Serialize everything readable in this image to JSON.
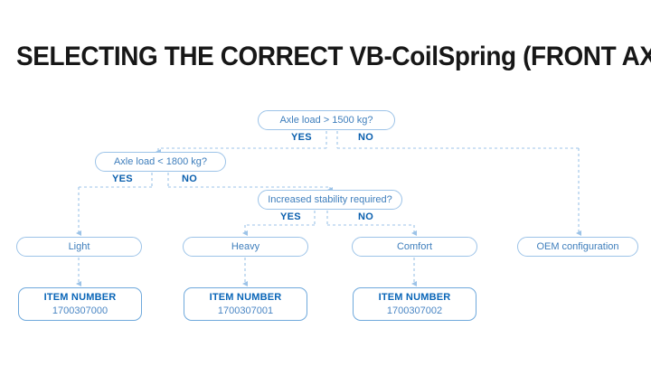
{
  "page": {
    "title": "SELECTING THE CORRECT VB-CoilSpring (FRONT AXLE)",
    "background_color": "#ffffff",
    "accent_color": "#0a66b8",
    "line_color": "#9cc3e8"
  },
  "flow": {
    "decisions": [
      {
        "id": "axle-load-1500",
        "label": "Axle load > 1500 kg?",
        "yes_label": "YES",
        "no_label": "NO"
      },
      {
        "id": "axle-load-1800",
        "label": "Axle load < 1800 kg?",
        "yes_label": "YES",
        "no_label": "NO"
      },
      {
        "id": "increased-stability",
        "label": "Increased stability required?",
        "yes_label": "YES",
        "no_label": "NO"
      }
    ],
    "results": [
      {
        "id": "light",
        "label": "Light"
      },
      {
        "id": "heavy",
        "label": "Heavy"
      },
      {
        "id": "comfort",
        "label": "Comfort"
      },
      {
        "id": "oem",
        "label": "OEM configuration"
      }
    ],
    "items": [
      {
        "id": "item-light",
        "title": "ITEM NUMBER",
        "number": "1700307000"
      },
      {
        "id": "item-heavy",
        "title": "ITEM NUMBER",
        "number": "1700307001"
      },
      {
        "id": "item-comfort",
        "title": "ITEM NUMBER",
        "number": "1700307002"
      }
    ]
  }
}
